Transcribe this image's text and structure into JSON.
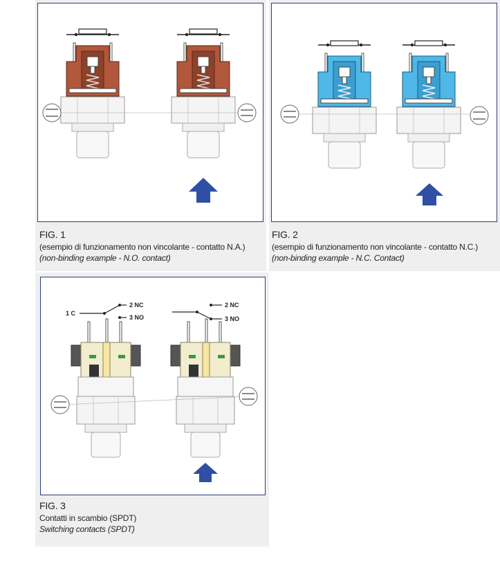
{
  "figures": [
    {
      "label": "FIG. 1",
      "description_it": "(esempio di funzionamento non vincolante - contatto N.A.)",
      "description_en": "(non-binding example - N.O. contact)"
    },
    {
      "label": "FIG. 2",
      "description_it": "(esempio di funzionamento non vincolante - contatto N.C.)",
      "description_en": "(non-binding example - N.C. Contact)"
    },
    {
      "label": "FIG. 3",
      "description_it": "Contatti in scambio (SPDT)",
      "description_en": "Switching contacts (SPDT)",
      "terminals": {
        "common": "1 C",
        "nc": "2 NC",
        "no": "3 NO"
      }
    }
  ],
  "colors": {
    "frame_border": "#2d3d78",
    "fig1_body": "#b1573b",
    "fig2_body": "#4fb8e8",
    "fig3_body": "#f3edd0",
    "arrow": "#2f4fa5",
    "panel_bg": "#efefef"
  },
  "icons": [
    "pressure-arrow-icon",
    "contact-detail-icon"
  ]
}
